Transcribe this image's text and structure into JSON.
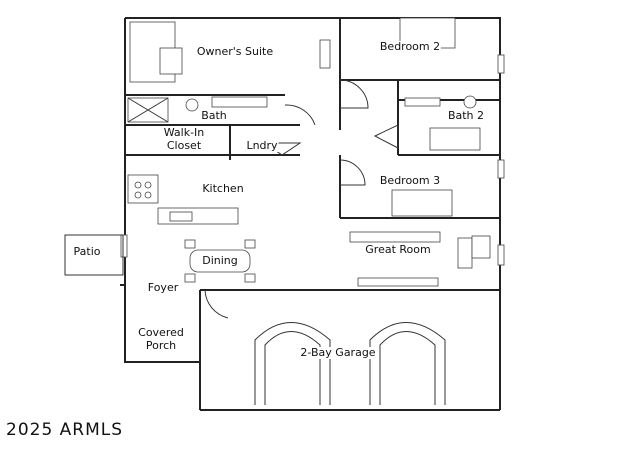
{
  "floorplan": {
    "rooms": {
      "owners_suite": "Owner's Suite",
      "bedroom2": "Bedroom 2",
      "bath": "Bath",
      "bath2": "Bath 2",
      "walkin_closet_line1": "Walk-In",
      "walkin_closet_line2": "Closet",
      "laundry": "Lndry",
      "kitchen": "Kitchen",
      "bedroom3": "Bedroom 3",
      "patio": "Patio",
      "great_room": "Great Room",
      "dining": "Dining",
      "foyer": "Foyer",
      "covered_porch_line1": "Covered",
      "covered_porch_line2": "Porch",
      "garage": "2-Bay Garage"
    },
    "copyright": "2025 ARMLS"
  }
}
